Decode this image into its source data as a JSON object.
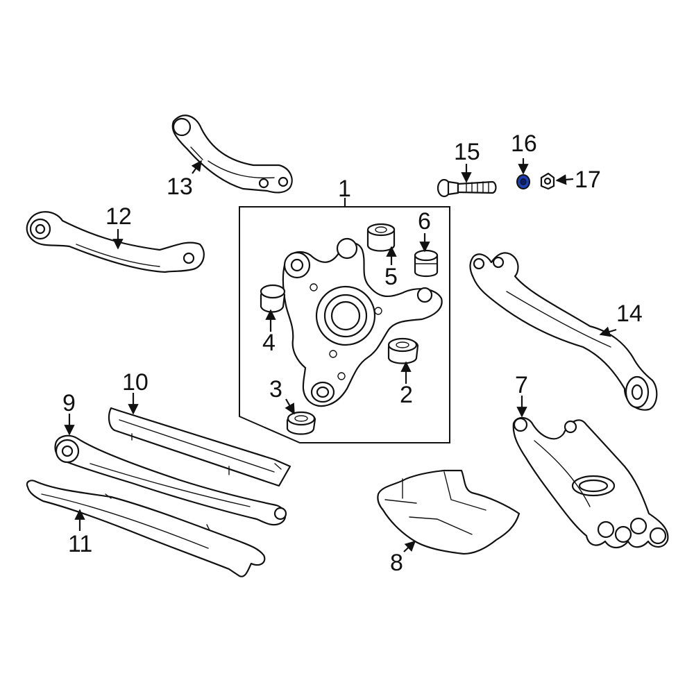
{
  "callouts": {
    "c1": "1",
    "c2": "2",
    "c3": "3",
    "c4": "4",
    "c5": "5",
    "c6": "6",
    "c7": "7",
    "c8": "8",
    "c9": "9",
    "c10": "10",
    "c11": "11",
    "c12": "12",
    "c13": "13",
    "c14": "14",
    "c15": "15",
    "c16": "16",
    "c17": "17"
  },
  "colors": {
    "highlight": "#1f3fb0",
    "line": "#111111",
    "background": "#ffffff"
  },
  "highlighted_part": "16"
}
